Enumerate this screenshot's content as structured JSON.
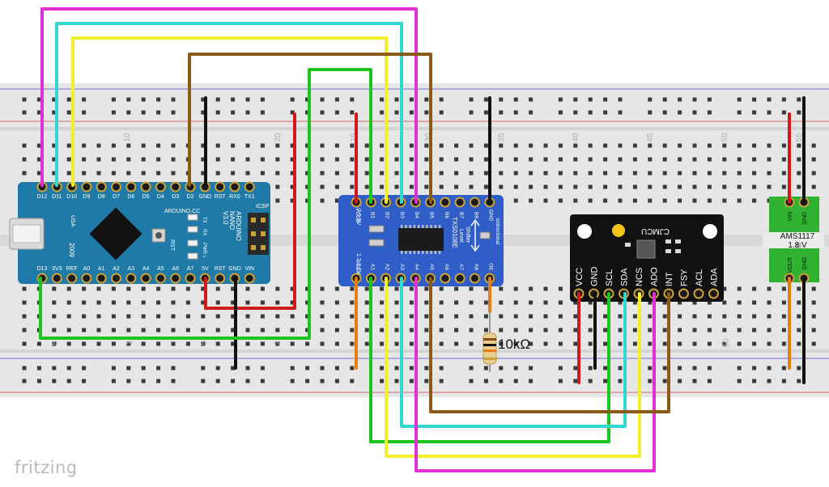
{
  "brand": "fritzing",
  "breadboard": {
    "column_numbers": [
      "10",
      "20",
      "25",
      "30",
      "35",
      "40",
      "45",
      "50",
      "55"
    ],
    "lower_numbers": [
      "5",
      "1",
      "5",
      "2",
      "50"
    ]
  },
  "arduino": {
    "top_pins": [
      "D12",
      "D11",
      "D10",
      "D9",
      "D8",
      "D7",
      "D6",
      "D5",
      "D4",
      "D3",
      "D2",
      "GND",
      "RST",
      "RX0",
      "TX1"
    ],
    "bottom_pins": [
      "D13",
      "3V3",
      "REF",
      "A0",
      "A1",
      "A2",
      "A3",
      "A4",
      "A5",
      "A6",
      "A7",
      "5V",
      "RST",
      "GND",
      "VIN"
    ],
    "title_lines": [
      "ARDUINO",
      "NANO",
      "V3.0"
    ],
    "site": "ARDUINO.CC",
    "usb_label": "USA",
    "year": "2009",
    "icsp": "ICSP",
    "leds": [
      "TX",
      "RX",
      "PWR",
      "L"
    ],
    "rst_label": "RST"
  },
  "level_shifter": {
    "top_pins": [
      "VCCB",
      "B1",
      "B2",
      "B3",
      "B4",
      "B5",
      "B6",
      "B7",
      "B8",
      "GND"
    ],
    "bottom_pins": [
      "VCCA",
      "A1",
      "A2",
      "A3",
      "A4",
      "A5",
      "A6",
      "A7",
      "A8",
      "OE"
    ],
    "top_voltage": "1.7-5.5V",
    "bottom_voltage": "1.2-3.6V",
    "chip": "TXS0108E",
    "desc_lines": [
      "Level",
      "Shifter"
    ],
    "side": "bidirectional"
  },
  "resistor": {
    "label": "10kΩ"
  },
  "imu": {
    "brand": "CJMCU",
    "pins": [
      "VCC",
      "GND",
      "SCL",
      "SDA",
      "NCS",
      "ADO",
      "INT",
      "FSY",
      "ACL",
      "ADA"
    ]
  },
  "regulator": {
    "name": "AMS1117",
    "voltage": "1.8 V",
    "pins_top": [
      "VIN",
      "GND"
    ],
    "pins_bottom": [
      "VOUT",
      "GND"
    ]
  }
}
